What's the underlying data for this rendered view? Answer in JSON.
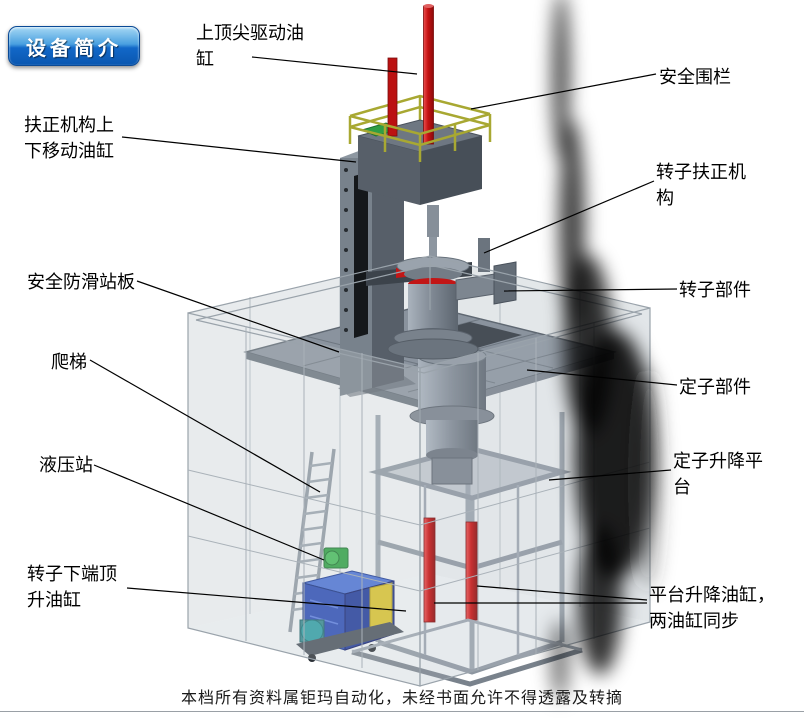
{
  "badge": {
    "label": "设备简介"
  },
  "callouts": {
    "top_spindle_cylinder": "上顶尖驱动油缸",
    "safety_fence": "安全围栏",
    "centering_updown_cylinder": "扶正机构上下移动油缸",
    "rotor_centering_mechanism": "转子扶正机构",
    "antislip_standing_board": "安全防滑站板",
    "rotor_parts": "转子部件",
    "ladder": "爬梯",
    "stator_parts": "定子部件",
    "hydraulic_station": "液压站",
    "stator_lift_platform": "定子升降平台",
    "rotor_bottom_jack_cylinder": "转子下端顶升油缸",
    "platform_lift_cylinders": "平台升降油缸，两油缸同步"
  },
  "footer": {
    "text": "本档所有资料属钜玛自动化，未经书面允许不得透露及转摘"
  },
  "colors": {
    "badge_blue": "#1268c8",
    "cylinder_red": "#c21616",
    "railing_yellow": "#a8a832",
    "hydraulic_blue": "#2b4bb0",
    "machine_gray": "#78828c"
  }
}
